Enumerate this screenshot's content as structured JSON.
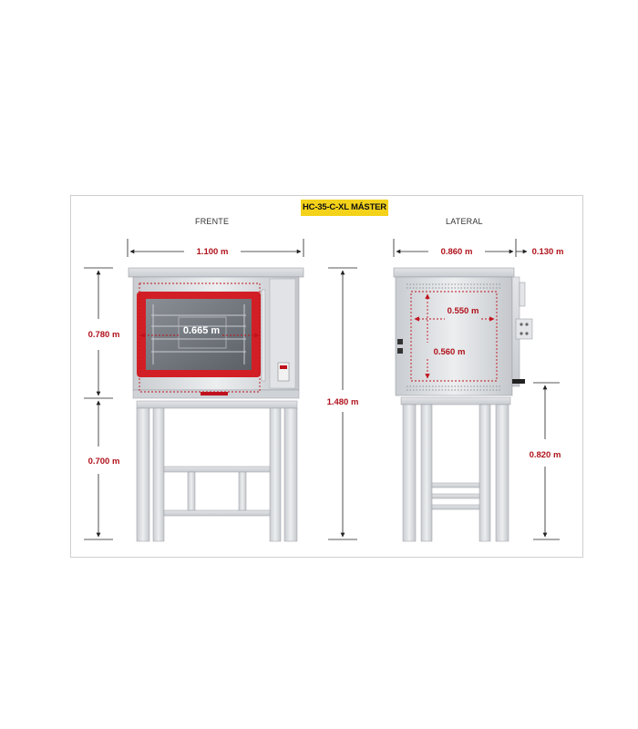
{
  "title": "HC-35-C-XL MÁSTER",
  "views": {
    "front": "FRENTE",
    "side": "LATERAL"
  },
  "dimensions": {
    "front_width": "1.100 m",
    "oven_height": "0.780 m",
    "stand_height": "0.700 m",
    "total_height": "1.480 m",
    "chamber_width": "0.665 m",
    "side_depth": "0.860 m",
    "side_extra": "0.130 m",
    "chamber_depth": "0.550 m",
    "chamber_height": "0.560 m",
    "floor_to_door": "0.820 m"
  },
  "colors": {
    "accent": "#f4d21a",
    "dimension": "#b0121b",
    "door": "#d21f26",
    "steel": "#d8dbdf"
  }
}
